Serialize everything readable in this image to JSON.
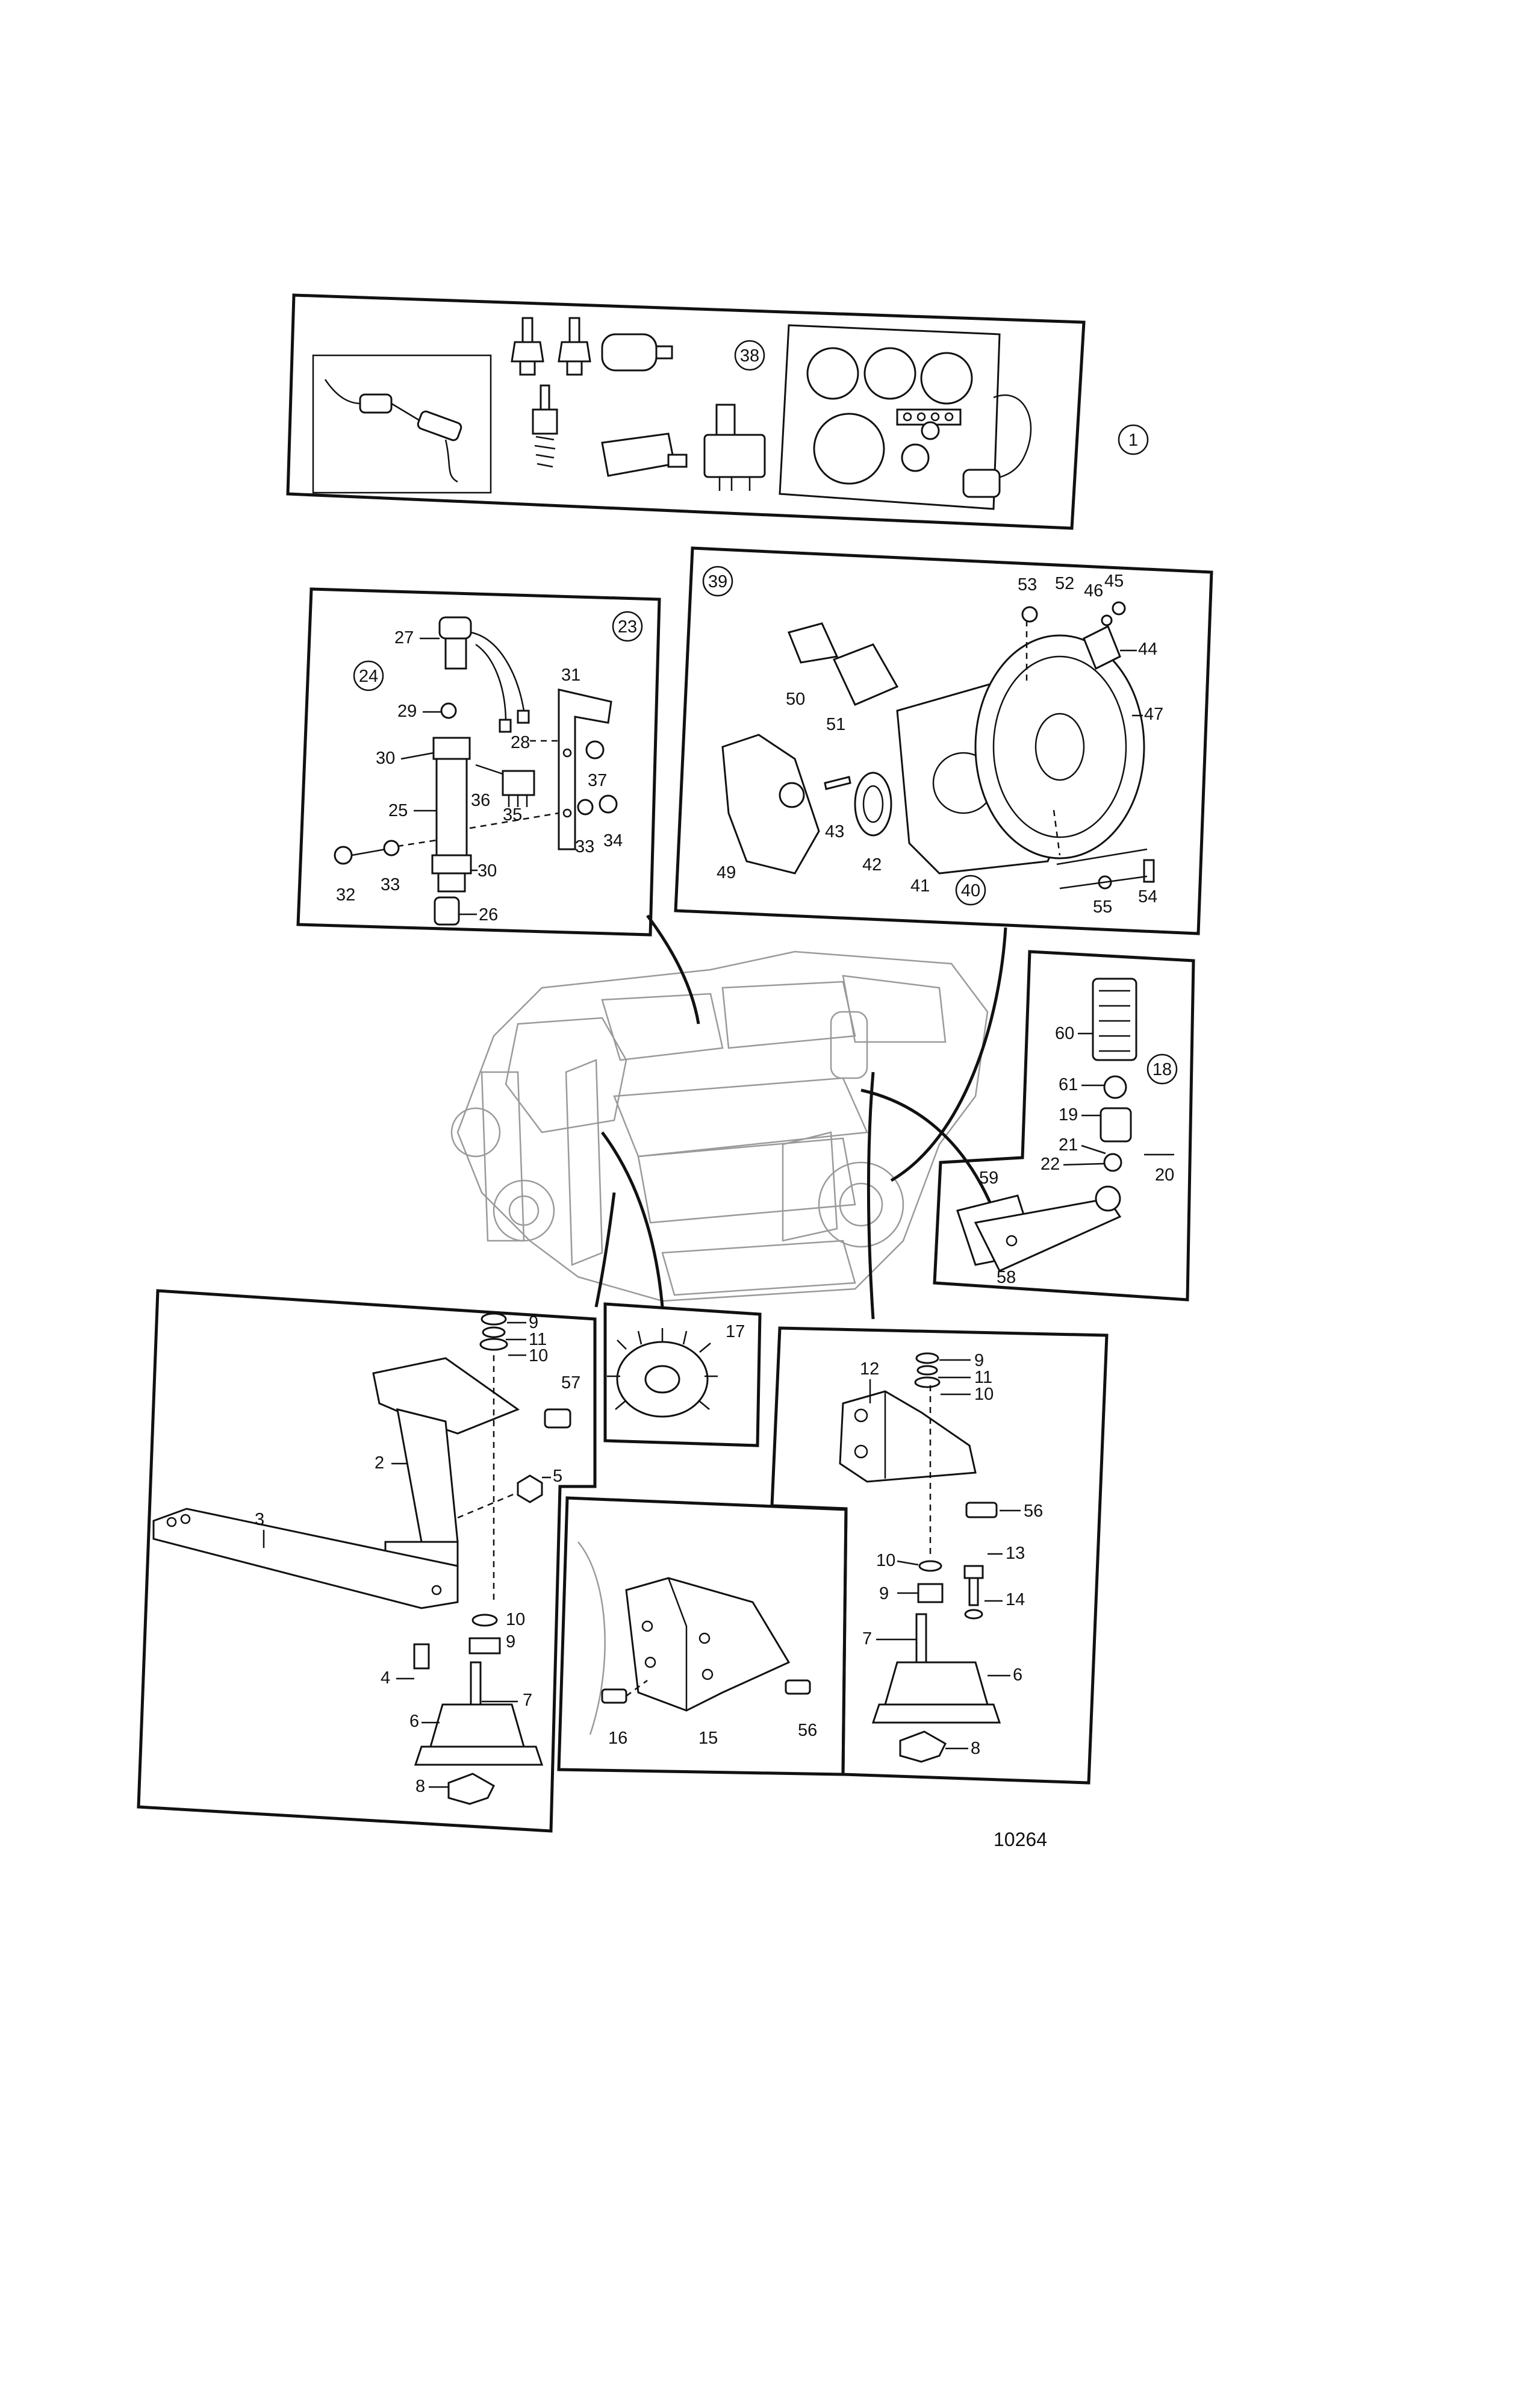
{
  "drawing_number": "10264",
  "groups": {
    "instrument_kit": {
      "callouts": [
        "38",
        "1"
      ]
    },
    "sensor_kit": {
      "callouts": [
        "23",
        "24"
      ],
      "parts": [
        "27",
        "29",
        "30",
        "28",
        "31",
        "37",
        "36",
        "35",
        "25",
        "33",
        "34",
        "32",
        "33",
        "30",
        "26"
      ]
    },
    "flywheel_housing_kit": {
      "callouts": [
        "39",
        "40"
      ],
      "parts": [
        "53",
        "52",
        "46",
        "45",
        "44",
        "47",
        "50",
        "51",
        "43",
        "42",
        "41",
        "49",
        "55",
        "54"
      ]
    },
    "fuel_filter_kit": {
      "callouts": [
        "18"
      ],
      "parts": [
        "60",
        "61",
        "19",
        "21",
        "22",
        "20",
        "59",
        "58"
      ]
    },
    "front_mount": {
      "parts": [
        "9",
        "11",
        "10",
        "57",
        "2",
        "5",
        "3",
        "10",
        "9",
        "4",
        "7",
        "6",
        "8"
      ]
    },
    "impeller": {
      "parts": [
        "17"
      ]
    },
    "rear_bracket": {
      "parts": [
        "16",
        "15",
        "56"
      ]
    },
    "rear_mount": {
      "parts": [
        "9",
        "11",
        "10",
        "12",
        "56",
        "10",
        "13",
        "9",
        "14",
        "7",
        "6",
        "8"
      ]
    }
  }
}
